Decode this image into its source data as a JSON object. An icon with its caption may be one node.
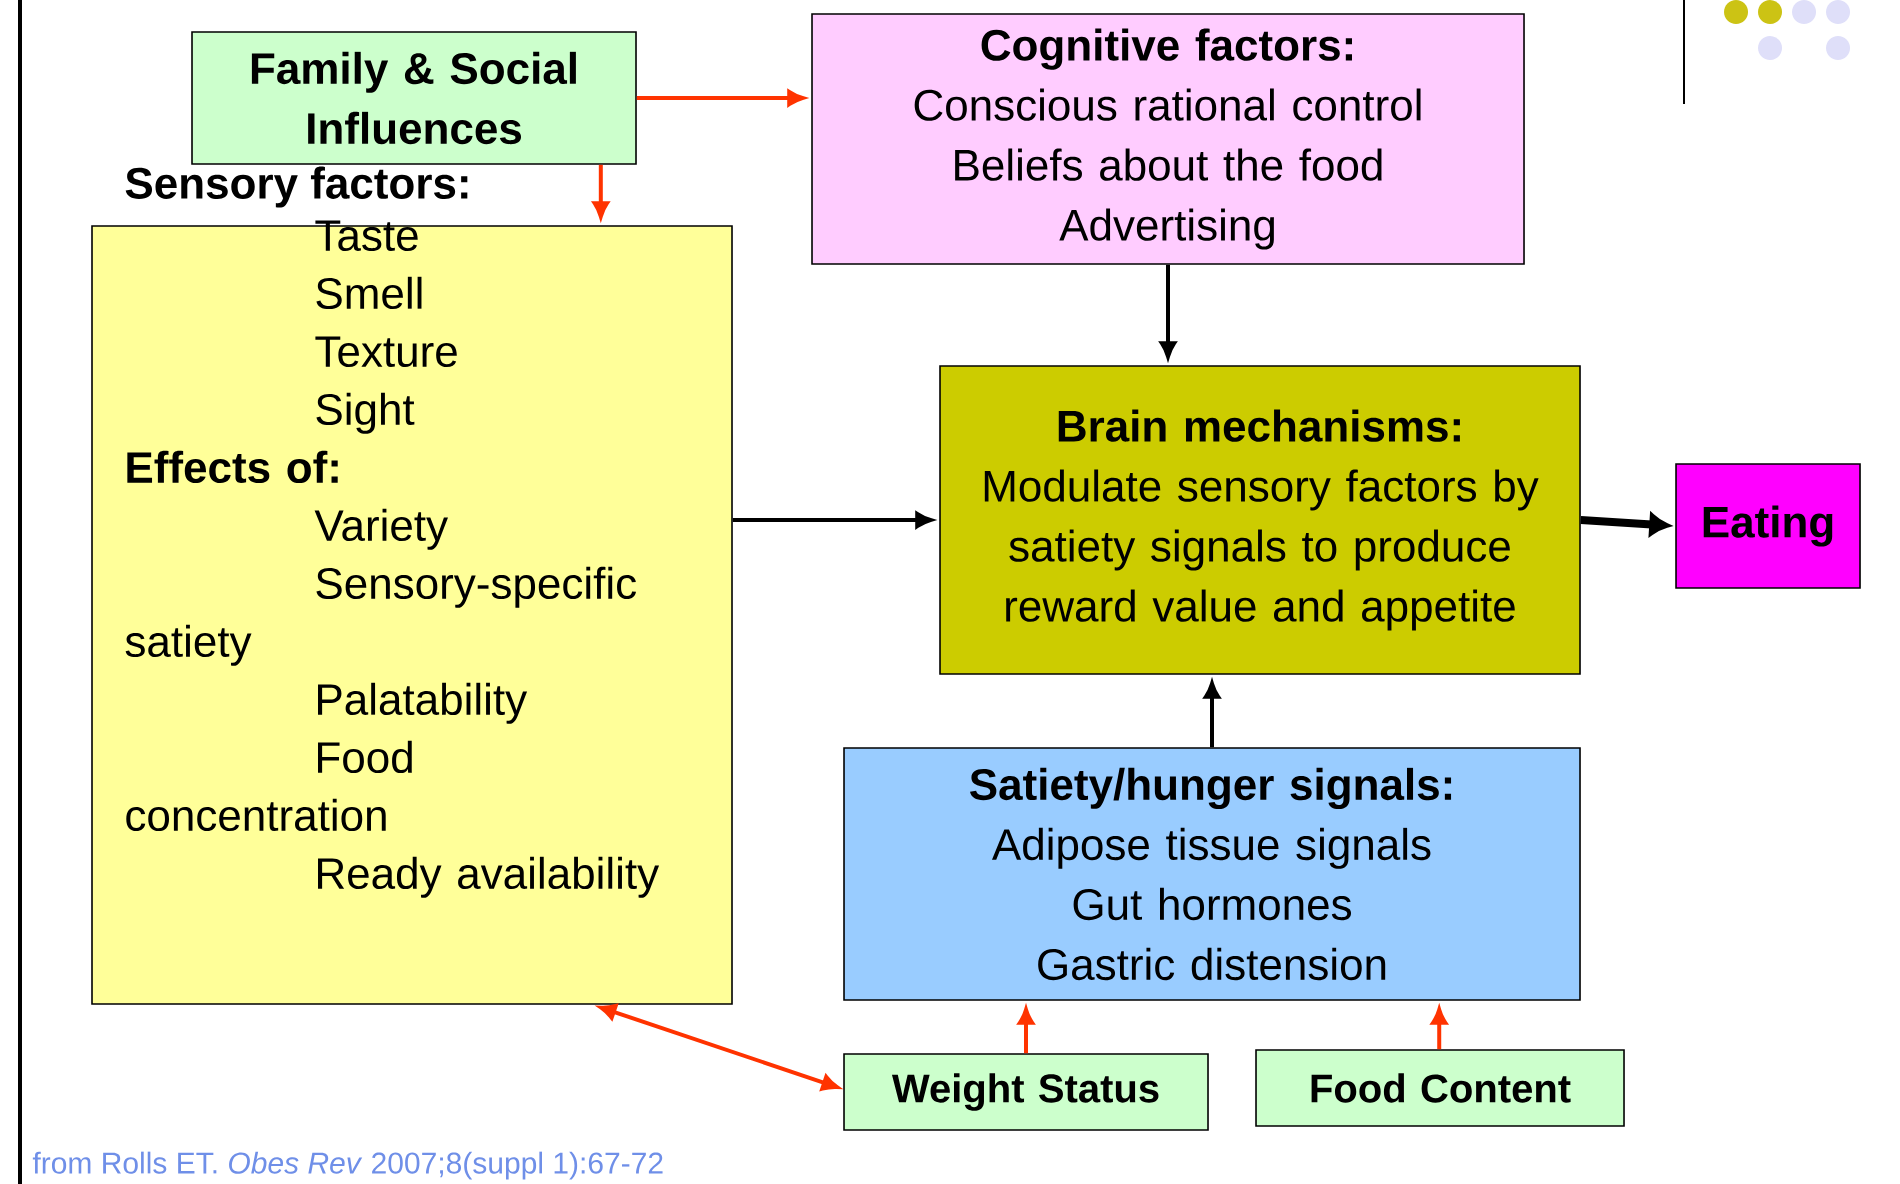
{
  "diagram": {
    "nodes": [
      {
        "text": [
          "Family & Social Influences"
        ]
      },
      {
        "text": [
          "Cognitive factors:",
          "Conscious rational control",
          "Beliefs about the food",
          "Advertising"
        ]
      },
      {
        "text": [
          "Sensory factors:",
          "Taste",
          "Smell",
          "Texture",
          "Sight",
          "Effects of:",
          "Variety",
          "Sensory-specific satiety",
          "Palatability",
          "Food concentration",
          "Ready availability"
        ]
      },
      {
        "text": [
          "Brain mechanisms:",
          "Modulate sensory factors by satiety signals to produce reward value and appetite"
        ]
      },
      {
        "text": [
          "Eating"
        ]
      },
      {
        "text": [
          "Satiety/hunger signals:",
          "Adipose tissue signals",
          "Gut hormones",
          "Gastric distension"
        ]
      },
      {
        "text": [
          "Weight Status"
        ]
      },
      {
        "text": [
          "Food Content"
        ]
      }
    ],
    "edges": [
      {
        "from": 0,
        "to": 1,
        "arrow": "to"
      },
      {
        "from": 0,
        "to": 2,
        "arrow": "to"
      },
      {
        "from": 1,
        "to": 3,
        "arrow": "to",
        "color": "#000000"
      },
      {
        "from": 2,
        "to": 3,
        "arrow": "to",
        "color": "#000000"
      },
      {
        "from": 3,
        "to": 4,
        "arrow": "to",
        "style": "thick",
        "color": "#000000"
      },
      {
        "from": 5,
        "to": 3,
        "arrow": "to",
        "color": "#000000"
      },
      {
        "from": 6,
        "to": 5,
        "arrow": "to"
      },
      {
        "from": 7,
        "to": 5,
        "arrow": "to"
      },
      {
        "from": 6,
        "to": 2,
        "arrow": "both"
      }
    ],
    "labels": [
      "from Rolls ET. *Obes Rev* 2007;8(suppl 1):67-72"
    ]
  }
}
